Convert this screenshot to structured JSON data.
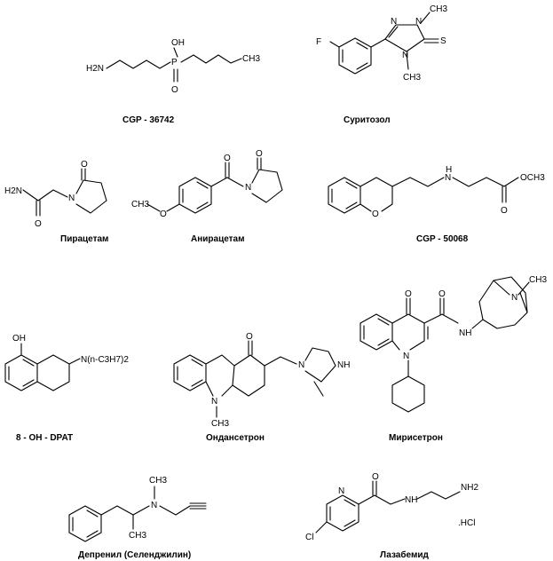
{
  "captions": {
    "cgp36742": "CGP - 36742",
    "suritozol": "Суритозол",
    "piracetam": "Пирацетам",
    "aniracetam": "Анирацетам",
    "cgp50068": "CGP - 50068",
    "dpat": "8 - OH - DPAT",
    "ondansetron": "Ондансетрон",
    "mirisetron": "Мирисетрон",
    "deprenyl": "Депренил (Селенджилин)",
    "lazabemide": "Лазабемид"
  },
  "atoms": {
    "H2N": "H2N",
    "H2N_bar": "H₂N",
    "NH2": "NH2",
    "P": "P",
    "OH": "OH",
    "O": "O",
    "CH3": "CH3",
    "F": "F",
    "N": "N",
    "NH": "NH",
    "S": "S",
    "OCH3": "OCH3",
    "H": "H",
    "N_propyl": "N(n-C3H7)2",
    "Cl": "Cl",
    "HCl": ".HCl"
  }
}
